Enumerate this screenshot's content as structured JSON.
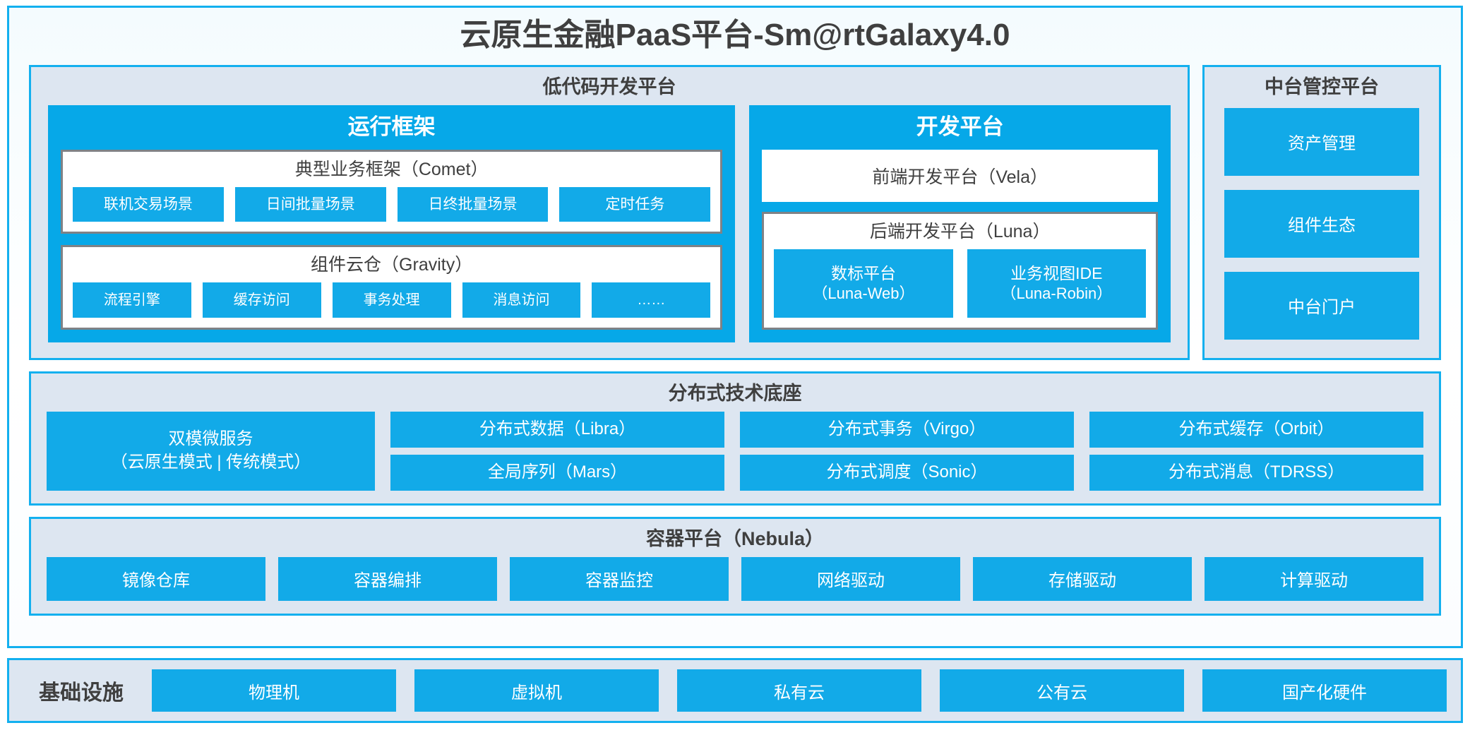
{
  "title": "云原生金融PaaS平台-Sm@rtGalaxy4.0",
  "colors": {
    "accent_cyan": "#12aae8",
    "block_cyan": "#06a8e8",
    "border_cyan": "#13b0ef",
    "panel_bg": "#dde6f1",
    "card_border_gray": "#7f8286",
    "text_dark": "#3f3f3f",
    "text_white": "#ffffff"
  },
  "lowcode": {
    "title": "低代码开发平台",
    "runtime": {
      "title": "运行框架",
      "comet": {
        "title": "典型业务框架（Comet）",
        "items": [
          "联机交易场景",
          "日间批量场景",
          "日终批量场景",
          "定时任务"
        ]
      },
      "gravity": {
        "title": "组件云仓（Gravity）",
        "items": [
          "流程引擎",
          "缓存访问",
          "事务处理",
          "消息访问",
          "……"
        ]
      }
    },
    "devplatform": {
      "title": "开发平台",
      "vela": "前端开发平台（Vela）",
      "luna": {
        "title": "后端开发平台（Luna）",
        "items": [
          {
            "name": "数标平台",
            "sub": "（Luna-Web）"
          },
          {
            "name": "业务视图IDE",
            "sub": "（Luna-Robin）"
          }
        ]
      }
    }
  },
  "midoffice": {
    "title": "中台管控平台",
    "items": [
      "资产管理",
      "组件生态",
      "中台门户"
    ]
  },
  "distributed": {
    "title": "分布式技术底座",
    "wide": "双模微服务\n（云原生模式 | 传统模式）",
    "wide_line1": "双模微服务",
    "wide_line2": "（云原生模式 | 传统模式）",
    "columns": [
      [
        "分布式数据（Libra）",
        "全局序列（Mars）"
      ],
      [
        "分布式事务（Virgo）",
        "分布式调度（Sonic）"
      ],
      [
        "分布式缓存（Orbit）",
        "分布式消息（TDRSS）"
      ]
    ]
  },
  "container": {
    "title": "容器平台（Nebula）",
    "items": [
      "镜像仓库",
      "容器编排",
      "容器监控",
      "网络驱动",
      "存储驱动",
      "计算驱动"
    ]
  },
  "infrastructure": {
    "label": "基础设施",
    "items": [
      "物理机",
      "虚拟机",
      "私有云",
      "公有云",
      "国产化硬件"
    ]
  }
}
